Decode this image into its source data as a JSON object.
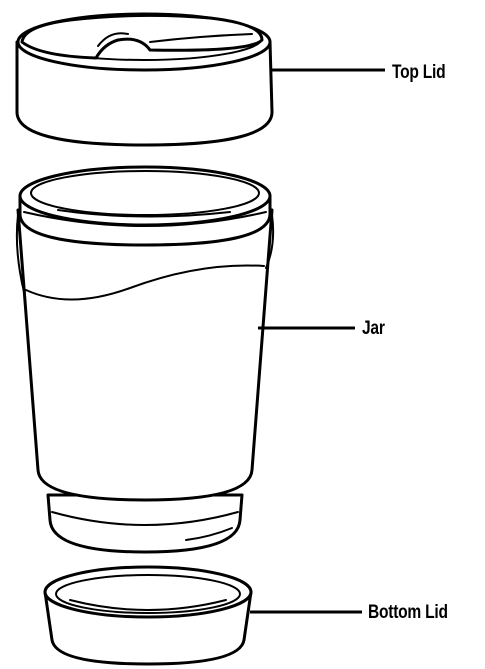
{
  "diagram": {
    "labels": {
      "top_lid": "Top Lid",
      "jar": "Jar",
      "bottom_lid": "Bottom Lid"
    },
    "colors": {
      "line": "#000000",
      "background": "#ffffff"
    }
  }
}
